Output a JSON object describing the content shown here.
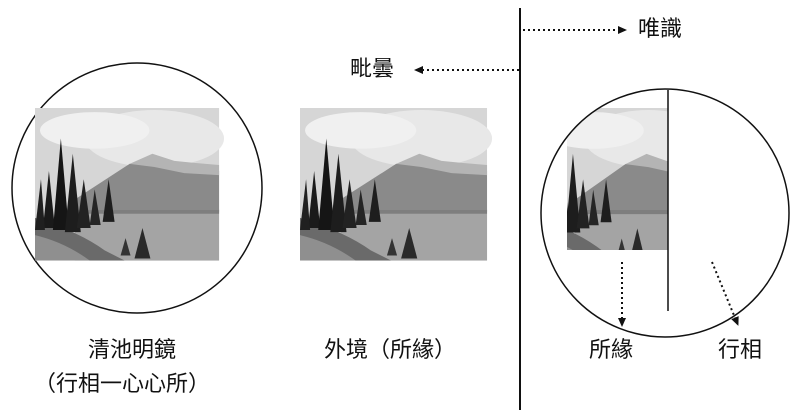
{
  "labels": {
    "pure_mirror_title": "清池明鏡",
    "pure_mirror_sub": "（行相一心心所）",
    "external_realm": "外境（所緣）",
    "vijnapti": "唯識",
    "pilu": "毗曇",
    "object_support": "所緣",
    "mode_of_activity": "行相"
  },
  "colors": {
    "ink": "#111111",
    "background": "#ffffff",
    "sky": "#d9d9d9",
    "mountain": "#8c8c8c",
    "water": "#a8a8a8",
    "forest": "#1c1c1c",
    "shore": "#6e6e6e"
  }
}
